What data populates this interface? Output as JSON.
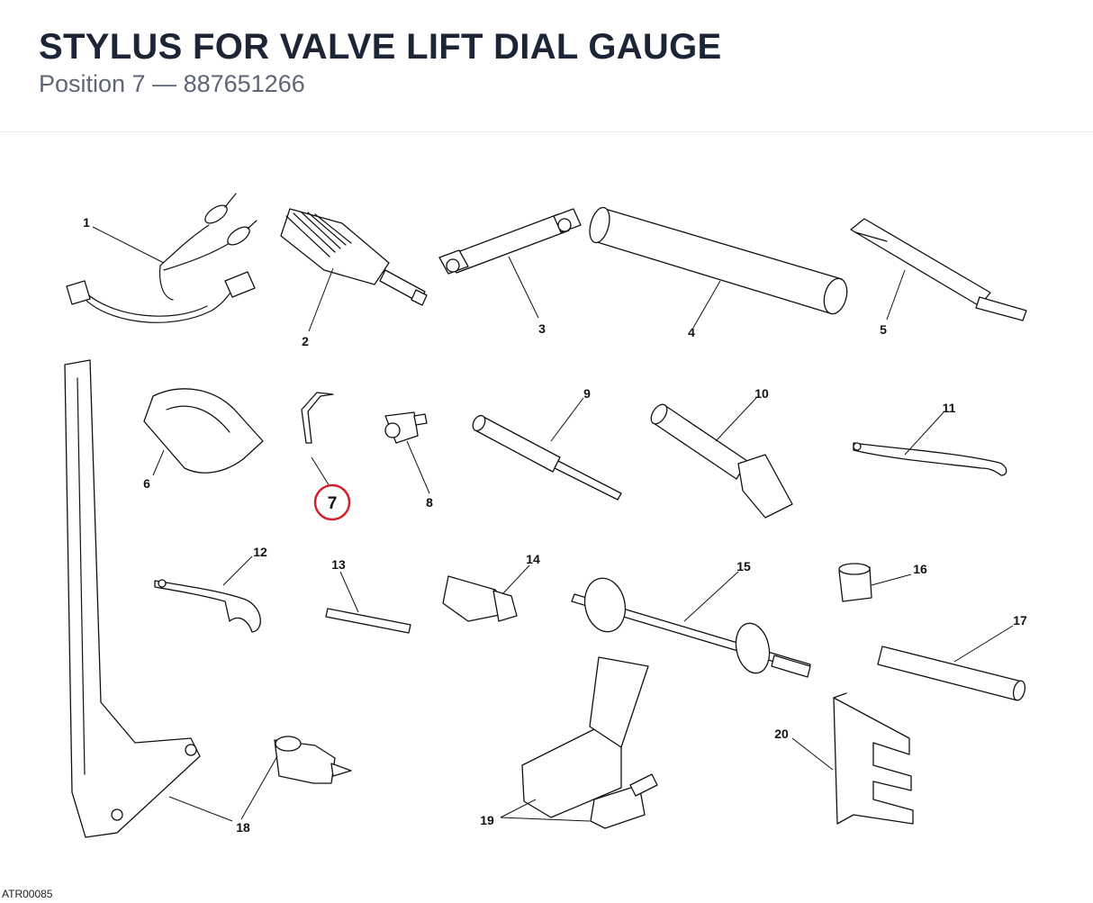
{
  "header": {
    "title": "STYLUS FOR VALVE LIFT DIAL GAUGE",
    "subtitle": "Position 7 — 887651266"
  },
  "diagram": {
    "highlight_color": "#d0232e",
    "highlighted_callout": "7",
    "callouts": [
      "1",
      "2",
      "3",
      "4",
      "5",
      "6",
      "7",
      "8",
      "9",
      "10",
      "11",
      "12",
      "13",
      "14",
      "15",
      "16",
      "17",
      "18",
      "19",
      "20"
    ]
  },
  "footer": {
    "reference_code": "ATR00085"
  }
}
